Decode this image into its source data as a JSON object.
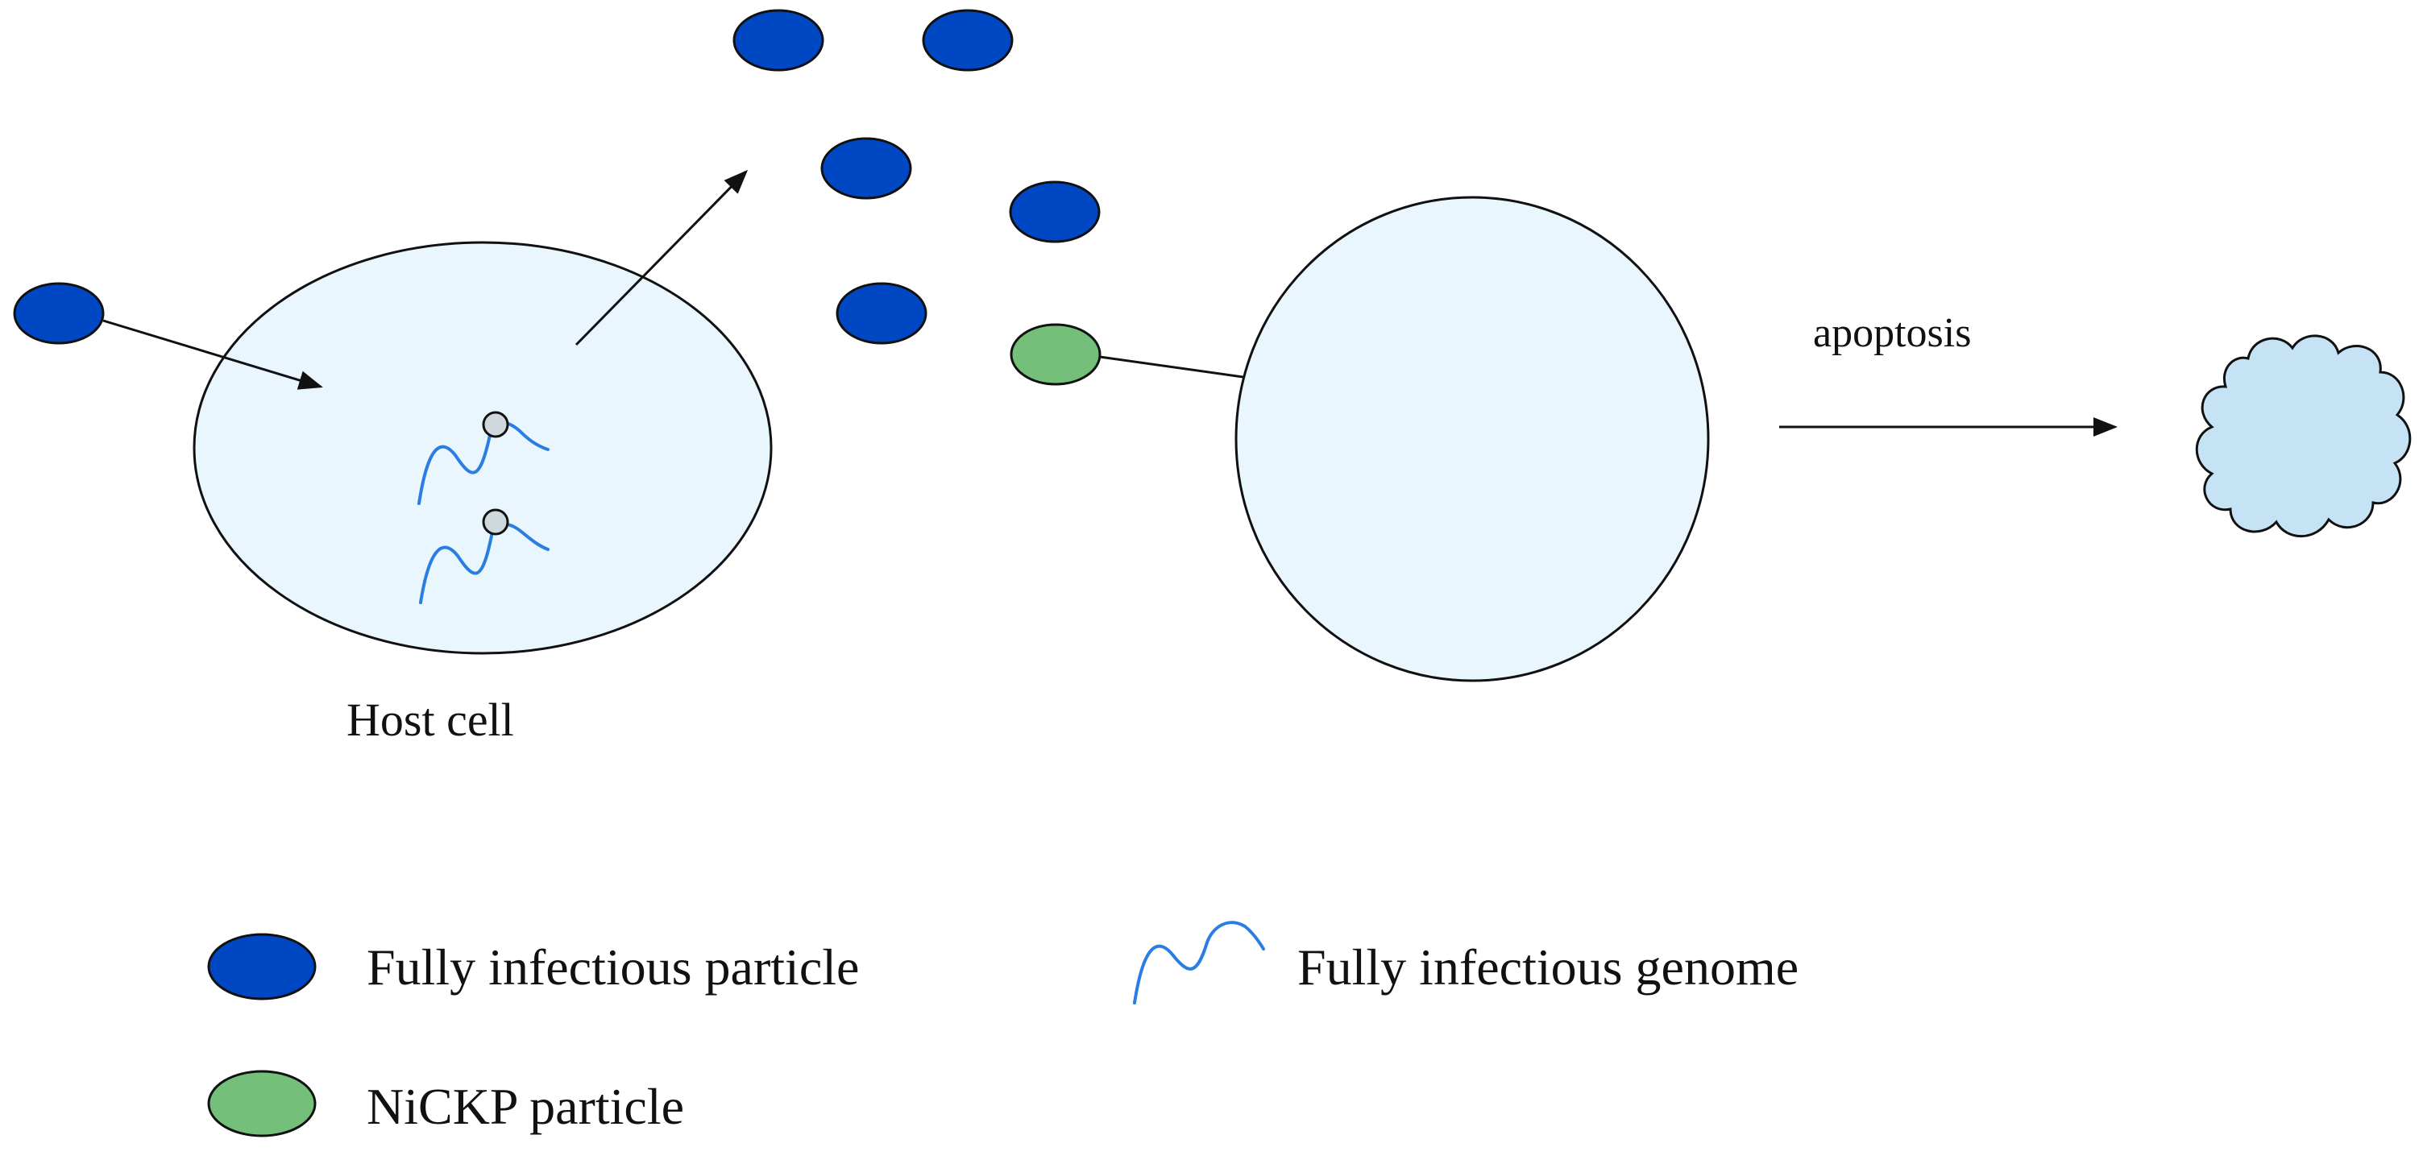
{
  "colors": {
    "infectious_particle": "#0047c4",
    "nickp_particle": "#74c07a",
    "cell_fill": "#e9f6fd",
    "apoptotic_body_fill": "#c6e2f5",
    "genome_line": "#2a7de1",
    "genome_bead": "#cfd8dc",
    "line": "#111111"
  },
  "labels": {
    "host_cell": "Host cell",
    "apoptosis": "apoptosis"
  },
  "legend": {
    "infectious_particle": "Fully infectious particle",
    "infectious_genome": "Fully infectious genome",
    "nickp_particle": "NiCKP particle"
  },
  "icons": {
    "infectious_particle": "blue-ellipse-icon",
    "nickp_particle": "green-ellipse-icon",
    "genome": "wavy-line-icon",
    "apoptotic_body": "cloud-icon"
  }
}
